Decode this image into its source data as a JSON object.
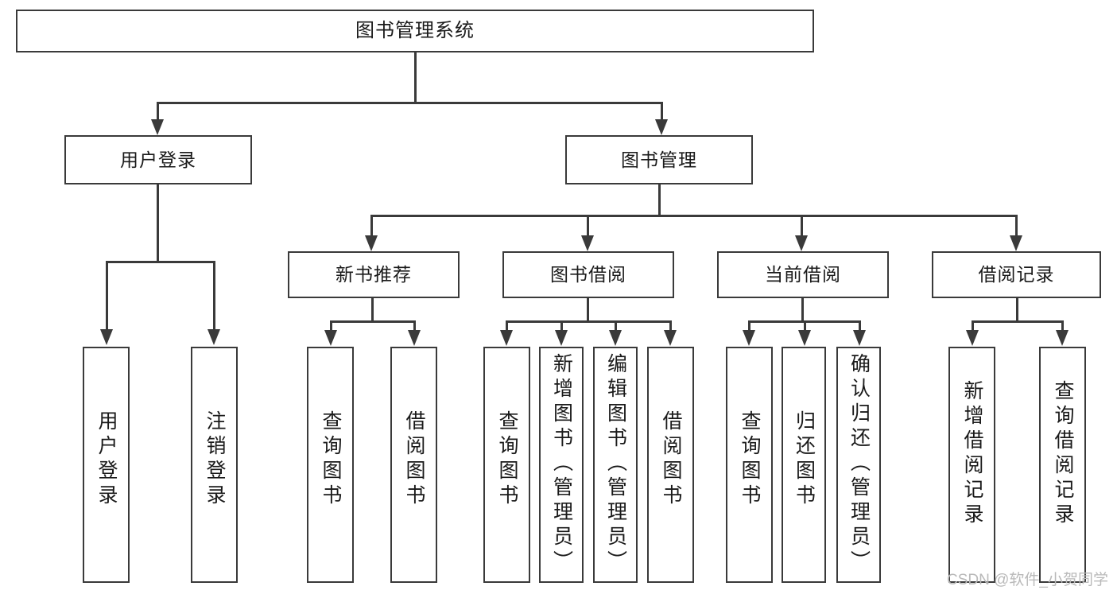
{
  "diagram": {
    "type": "tree-hierarchy-flowchart",
    "title": "图书管理系统",
    "stroke_color": "#3a3a3a",
    "fill_color": "#ffffff",
    "text_color": "#1a1a1a",
    "levels": {
      "level1": [
        {
          "id": "root",
          "label": "图书管理系统",
          "orientation": "horizontal"
        }
      ],
      "level2": [
        {
          "id": "user-login",
          "label": "用户登录",
          "orientation": "horizontal",
          "parent": "root"
        },
        {
          "id": "book-manage",
          "label": "图书管理",
          "orientation": "horizontal",
          "parent": "root"
        }
      ],
      "level3": [
        {
          "id": "new-book-rec",
          "label": "新书推荐",
          "orientation": "horizontal",
          "parent": "book-manage"
        },
        {
          "id": "book-borrow",
          "label": "图书借阅",
          "orientation": "horizontal",
          "parent": "book-manage"
        },
        {
          "id": "current-borrow",
          "label": "当前借阅",
          "orientation": "horizontal",
          "parent": "book-manage"
        },
        {
          "id": "borrow-record",
          "label": "借阅记录",
          "orientation": "horizontal",
          "parent": "book-manage"
        }
      ],
      "level4": [
        {
          "id": "leaf-user-login",
          "label": "用户登录",
          "orientation": "vertical",
          "parent": "user-login"
        },
        {
          "id": "leaf-logout",
          "label": "注销登录",
          "orientation": "vertical",
          "parent": "user-login"
        },
        {
          "id": "leaf-query-book-1",
          "label": "查询图书",
          "orientation": "vertical",
          "parent": "new-book-rec"
        },
        {
          "id": "leaf-borrow-book-1",
          "label": "借阅图书",
          "orientation": "vertical",
          "parent": "new-book-rec"
        },
        {
          "id": "leaf-query-book-2",
          "label": "查询图书",
          "orientation": "vertical",
          "parent": "book-borrow"
        },
        {
          "id": "leaf-add-book",
          "label": "新增图书（管理员）",
          "orientation": "vertical",
          "parent": "book-borrow"
        },
        {
          "id": "leaf-edit-book",
          "label": "编辑图书（管理员）",
          "orientation": "vertical",
          "parent": "book-borrow"
        },
        {
          "id": "leaf-borrow-book-2",
          "label": "借阅图书",
          "orientation": "vertical",
          "parent": "book-borrow"
        },
        {
          "id": "leaf-query-book-3",
          "label": "查询图书",
          "orientation": "vertical",
          "parent": "current-borrow"
        },
        {
          "id": "leaf-return-book",
          "label": "归还图书",
          "orientation": "vertical",
          "parent": "current-borrow"
        },
        {
          "id": "leaf-confirm-return",
          "label": "确认归还（管理员）",
          "orientation": "vertical",
          "parent": "current-borrow"
        },
        {
          "id": "leaf-add-record",
          "label": "新增借阅记录",
          "orientation": "vertical",
          "parent": "borrow-record"
        },
        {
          "id": "leaf-query-record",
          "label": "查询借阅记录",
          "orientation": "vertical",
          "parent": "borrow-record"
        }
      ]
    }
  },
  "watermark": {
    "text": "CSDN @软件_小贺同学",
    "color": "#b9b9b9"
  }
}
